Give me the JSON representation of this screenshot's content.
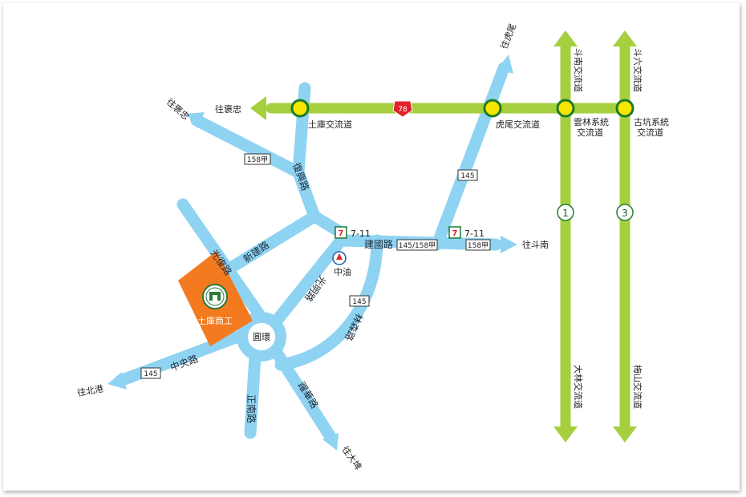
{
  "colors": {
    "road_blue": "#8fd3f2",
    "highway_green": "#a6cf3d",
    "school_orange": "#f47a20",
    "station_yellow": "#f7e600",
    "station_ring": "#1f7a2a",
    "route78_red": "#e0232b"
  },
  "highway_78": {
    "route_number": "78",
    "interchanges": [
      "土庫交流道",
      "虎尾交流道",
      "雲林系統\n交流道",
      "古坑系統\n交流道"
    ],
    "west_direction": "往褒忠"
  },
  "freeway_1": {
    "shield": "1",
    "north_interchange": "斗南交流道",
    "south_interchange": "大林交流道"
  },
  "freeway_3": {
    "shield": "3",
    "north_interchange": "斗六交流道",
    "south_interchange": "梅山交流道"
  },
  "directions": {
    "to_baozhong": "往褒忠",
    "to_huwei": "往虎尾",
    "to_dounan": "往斗南",
    "to_beigang": "往北港",
    "to_dapi": "往大埤"
  },
  "roads": {
    "fuxing": "復興路",
    "xinjian": "新建路",
    "guangfu": "光復路",
    "guangming": "光明路",
    "jianguo": "建國路",
    "linsen": "林森路",
    "zhongyang": "中央路",
    "yuehua": "躍華路",
    "zhengnan": "正南路"
  },
  "route_shields": {
    "r158a_nw": "158甲",
    "r145_north": "145",
    "r145_158a": "145/158甲",
    "r158a_east": "158甲",
    "r145_mid": "145",
    "r145_west": "145"
  },
  "landmarks": {
    "seven_eleven_1": "7-11",
    "seven_eleven_2": "7-11",
    "cpc": "中油",
    "roundabout": "圓環",
    "school": "土庫商工"
  }
}
